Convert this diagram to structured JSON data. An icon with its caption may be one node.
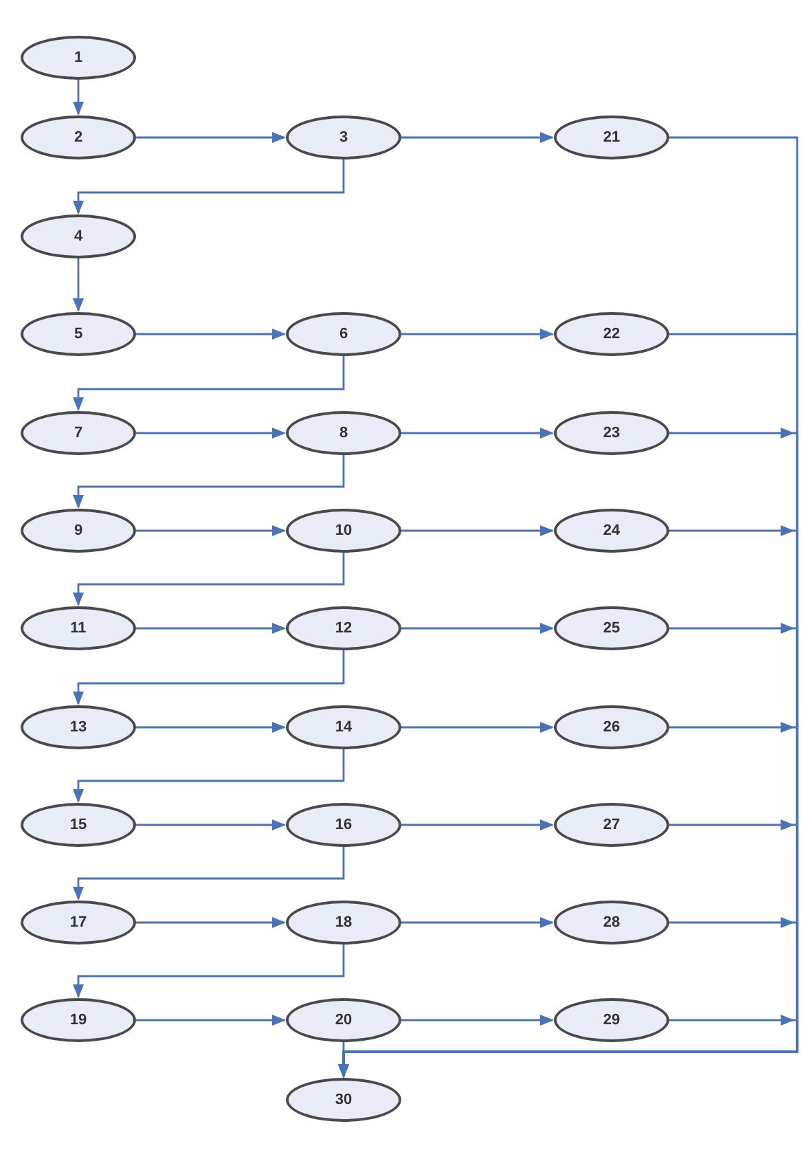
{
  "diagram": {
    "nodes": [
      {
        "text": [
          "1"
        ]
      },
      {
        "text": [
          "2"
        ]
      },
      {
        "text": [
          "3"
        ]
      },
      {
        "text": [
          "4"
        ]
      },
      {
        "text": [
          "5"
        ]
      },
      {
        "text": [
          "6"
        ]
      },
      {
        "text": [
          "7"
        ]
      },
      {
        "text": [
          "8"
        ]
      },
      {
        "text": [
          "9"
        ]
      },
      {
        "text": [
          "10"
        ]
      },
      {
        "text": [
          "11"
        ]
      },
      {
        "text": [
          "12"
        ]
      },
      {
        "text": [
          "13"
        ]
      },
      {
        "text": [
          "14"
        ]
      },
      {
        "text": [
          "15"
        ]
      },
      {
        "text": [
          "16"
        ]
      },
      {
        "text": [
          "17"
        ]
      },
      {
        "text": [
          "18"
        ]
      },
      {
        "text": [
          "19"
        ]
      },
      {
        "text": [
          "20"
        ]
      },
      {
        "text": [
          "21"
        ]
      },
      {
        "text": [
          "22"
        ]
      },
      {
        "text": [
          "23"
        ]
      },
      {
        "text": [
          "24"
        ]
      },
      {
        "text": [
          "25"
        ]
      },
      {
        "text": [
          "26"
        ]
      },
      {
        "text": [
          "27"
        ]
      },
      {
        "text": [
          "28"
        ]
      },
      {
        "text": [
          "29"
        ]
      },
      {
        "text": [
          "30"
        ]
      }
    ],
    "edges": [
      {
        "from": 0,
        "to": 1,
        "arrow": "to"
      },
      {
        "from": 1,
        "to": 2,
        "arrow": "to"
      },
      {
        "from": 2,
        "to": 20,
        "arrow": "to"
      },
      {
        "from": 2,
        "to": 3,
        "arrow": "to"
      },
      {
        "from": 3,
        "to": 4,
        "arrow": "to"
      },
      {
        "from": 4,
        "to": 5,
        "arrow": "to"
      },
      {
        "from": 5,
        "to": 21,
        "arrow": "to"
      },
      {
        "from": 5,
        "to": 6,
        "arrow": "to"
      },
      {
        "from": 6,
        "to": 7,
        "arrow": "to"
      },
      {
        "from": 7,
        "to": 22,
        "arrow": "to"
      },
      {
        "from": 7,
        "to": 8,
        "arrow": "to"
      },
      {
        "from": 8,
        "to": 9,
        "arrow": "to"
      },
      {
        "from": 9,
        "to": 23,
        "arrow": "to"
      },
      {
        "from": 9,
        "to": 10,
        "arrow": "to"
      },
      {
        "from": 10,
        "to": 11,
        "arrow": "to"
      },
      {
        "from": 11,
        "to": 24,
        "arrow": "to"
      },
      {
        "from": 11,
        "to": 12,
        "arrow": "to"
      },
      {
        "from": 12,
        "to": 13,
        "arrow": "to"
      },
      {
        "from": 13,
        "to": 25,
        "arrow": "to"
      },
      {
        "from": 13,
        "to": 14,
        "arrow": "to"
      },
      {
        "from": 14,
        "to": 15,
        "arrow": "to"
      },
      {
        "from": 15,
        "to": 26,
        "arrow": "to"
      },
      {
        "from": 15,
        "to": 16,
        "arrow": "to"
      },
      {
        "from": 16,
        "to": 17,
        "arrow": "to"
      },
      {
        "from": 17,
        "to": 27,
        "arrow": "to"
      },
      {
        "from": 17,
        "to": 18,
        "arrow": "to"
      },
      {
        "from": 18,
        "to": 19,
        "arrow": "to"
      },
      {
        "from": 19,
        "to": 28,
        "arrow": "to"
      },
      {
        "from": 19,
        "to": 29,
        "arrow": "to"
      },
      {
        "from": 20,
        "to": 29,
        "arrow": "to"
      },
      {
        "from": 21,
        "to": 29,
        "arrow": "to"
      },
      {
        "from": 22,
        "to": 29,
        "arrow": "to"
      },
      {
        "from": 23,
        "to": 29,
        "arrow": "to"
      },
      {
        "from": 24,
        "to": 29,
        "arrow": "to"
      },
      {
        "from": 25,
        "to": 29,
        "arrow": "to"
      },
      {
        "from": 26,
        "to": 29,
        "arrow": "to"
      },
      {
        "from": 27,
        "to": 29,
        "arrow": "to"
      },
      {
        "from": 28,
        "to": 29,
        "arrow": "to"
      }
    ]
  }
}
